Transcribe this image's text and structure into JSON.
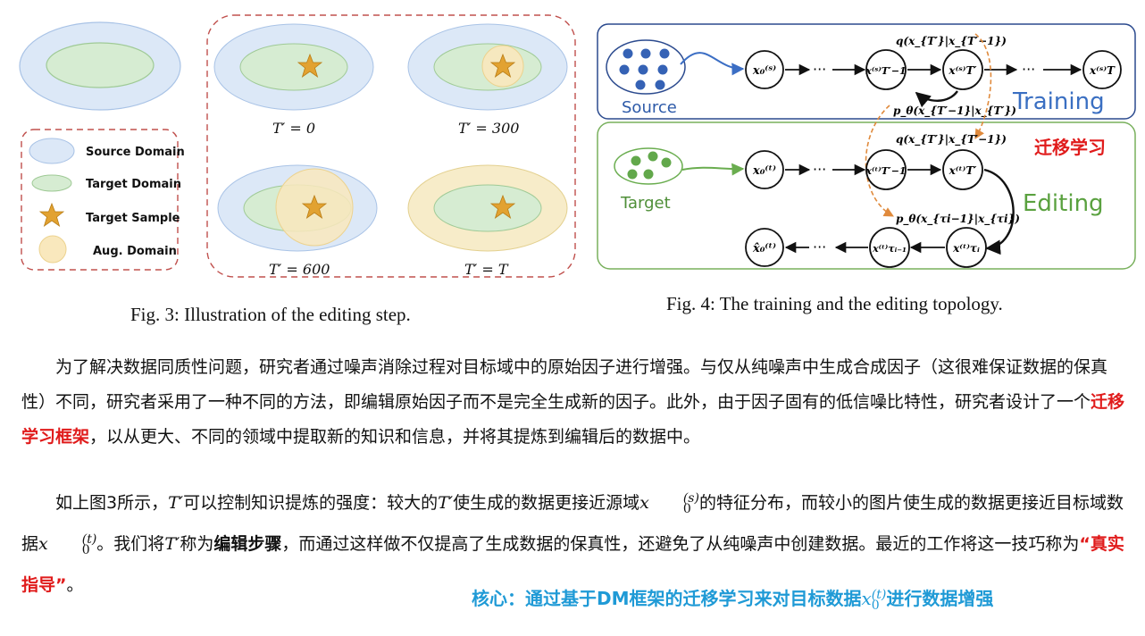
{
  "fig3": {
    "legend": {
      "source": "Source Domain",
      "target": "Target Domain",
      "sample": "Target Sample",
      "aug": "Aug. Domain"
    },
    "panel_labels": [
      "T′ = 0",
      "T′ = 300",
      "T′ = 600",
      "T′ = T"
    ],
    "caption": "Fig. 3: Illustration of the editing step."
  },
  "fig4": {
    "source_label": "Source",
    "target_label": "Target",
    "training_label": "Training",
    "editing_label": "Editing",
    "chinese_label": "迁移学习",
    "ellipsis": "···",
    "q_label": "q(x_{T′}|x_{T′−1})",
    "p_train_label": "p_θ(x_{T′−1}|x_{T′})",
    "p_edit_label": "p_θ(x_{τi−1}|x_{τi})",
    "caption": "Fig. 4: The training and the editing topology."
  },
  "para1": {
    "before": "为了解决数据同质性问题，研究者通过噪声消除过程对目标域中的原始因子进行增强。与仅从纯噪声中生成合成因子（这很难保证数据的保真性）不同，研究者采用了一种不同的方法，即编辑原始因子而不是完全生成新的因子。此外，由于因子固有的低信噪比特性，研究者设计了一个",
    "highlight": "迁移学习框架",
    "after": "，以从更大、不同的领域中提取新的知识和信息，并将其提炼到编辑后的数据中。"
  },
  "para2": {
    "t1": "如上图3所示，",
    "t2": "可以控制知识提炼的强度：较大的",
    "t3": "使生成的数据更接近源域",
    "t4": "的特征分布，而较小的图片使生成的数据更接近目标域数据",
    "t5": "。我们将",
    "t6": "称为",
    "bold": "编辑步骤",
    "t7": "，而通过这样做不仅提高了生成数据的保真性，还避免了从纯噪声中创建数据。最近的工作将这一技巧称为",
    "red": "“真实指导”",
    "t8": "。"
  },
  "math": {
    "tprime": "T′",
    "x": "x",
    "sub0": "0",
    "sup_s": "(s)",
    "sup_t": "(t)"
  },
  "core": {
    "text1": "核心：通过基于DM框架的迁移学习来对目标数据",
    "text2": "进行数据增强"
  }
}
